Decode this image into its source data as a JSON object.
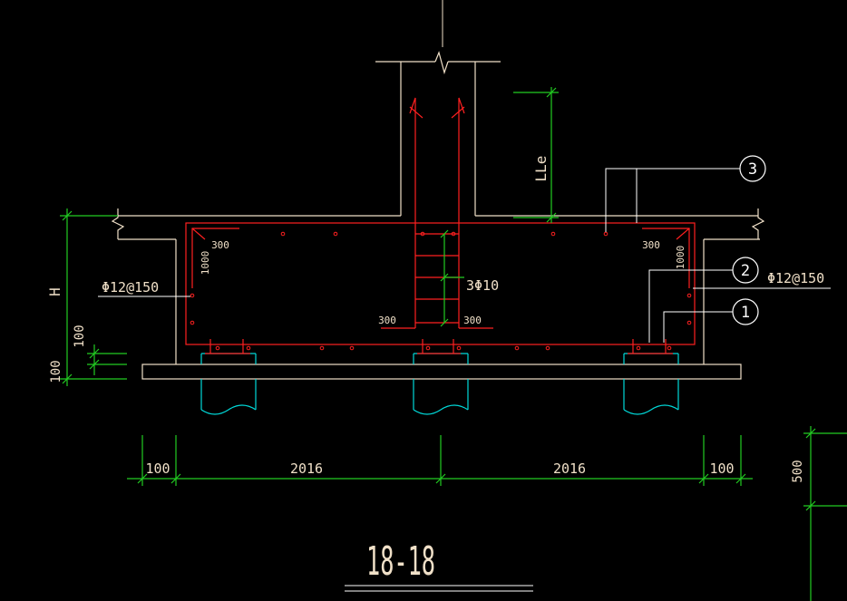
{
  "colors": {
    "background": "#000000",
    "concrete": "#f0e0c8",
    "rebar": "#ff2020",
    "dimension": "#22cc22",
    "pile": "#00d8d8",
    "text": "#f0e0c8",
    "leader": "#ffffff"
  },
  "labels": {
    "lle": "LLe",
    "h": "H",
    "dim_100_left": "100",
    "dim_100_left_lower": "100",
    "bottom_100_left": "100",
    "bottom_2016_left": "2016",
    "bottom_2016_right": "2016",
    "bottom_100_right": "100",
    "right_500": "500",
    "top_left_300": "300",
    "top_right_300": "300",
    "left_1000": "1000",
    "right_1000": "1000",
    "mid_300_left": "300",
    "mid_300_right": "300",
    "rebar_3phi10": "3Φ10",
    "rebar_left": "Φ12@150",
    "rebar_right": "Φ12@150",
    "callout_1": "1",
    "callout_2": "2",
    "callout_3": "3",
    "section_title": "18-18"
  }
}
